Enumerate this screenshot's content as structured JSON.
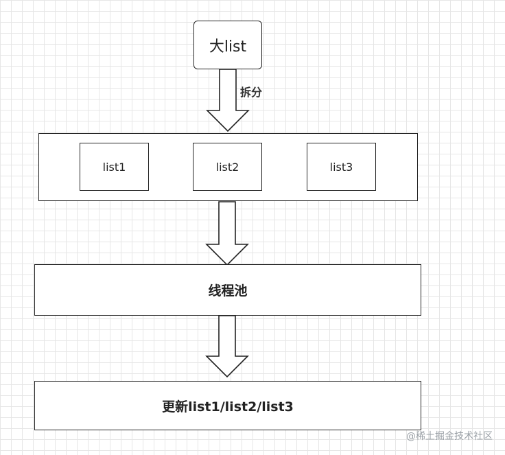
{
  "nodes": {
    "top": "大list",
    "split_label": "拆分",
    "items": [
      "list1",
      "list2",
      "list3"
    ],
    "pool": "线程池",
    "update": "更新list1/list2/list3"
  },
  "watermark": "@稀土掘金技术社区"
}
